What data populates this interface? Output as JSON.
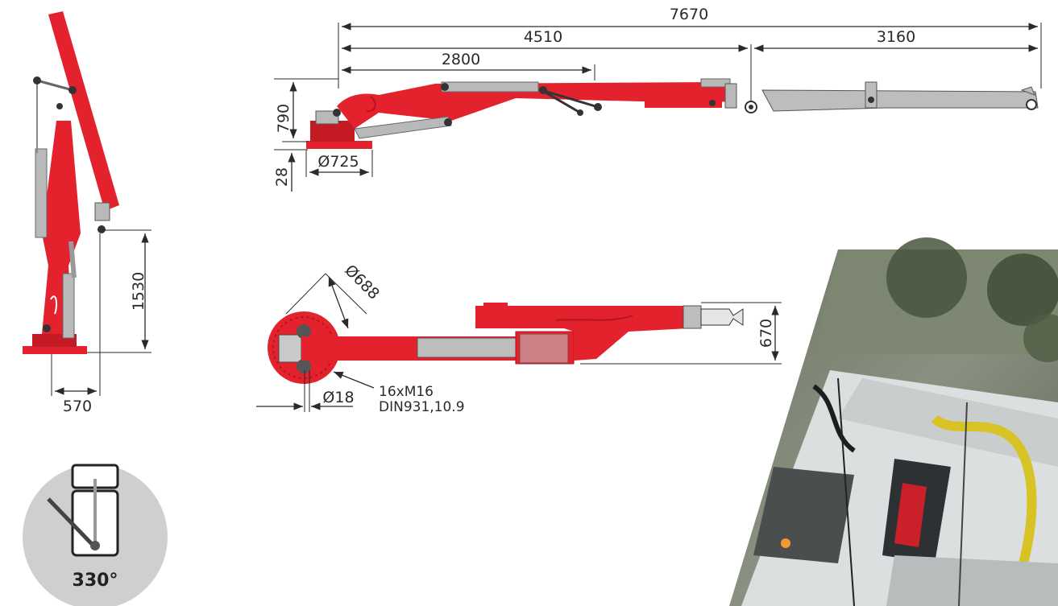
{
  "dimensions": {
    "total_reach": "7670",
    "hydraulic_reach": "4510",
    "manual_extension": "3160",
    "inner_boom": "2800",
    "height": "790",
    "base_height": "28",
    "base_diameter": "Ø725",
    "lift_height": "1530",
    "column_offset": "570",
    "bolt_circle": "Ø688",
    "hole_diameter": "Ø18",
    "transport_width": "670"
  },
  "bolt_spec": {
    "line1": "16xM16",
    "line2": "DIN931,10.9"
  },
  "rotation": {
    "label": "330°"
  },
  "colors": {
    "crane_red": "#e3222e",
    "crane_dark_red": "#b5141c",
    "cylinder_grey": "#b9b9b9",
    "line": "#2a2a2a",
    "rotation_disc": "#cfcfcf"
  }
}
